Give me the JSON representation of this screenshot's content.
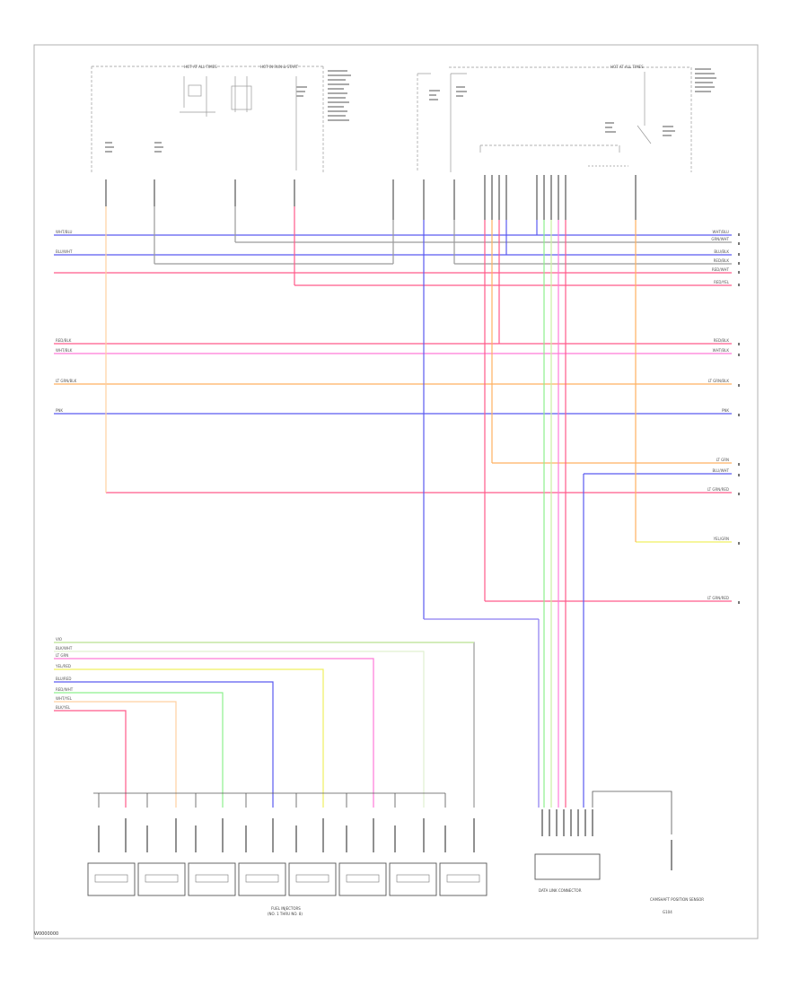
{
  "diagram": {
    "footer_code": "W0000000",
    "top_left_labels": [
      "HOT AT ALL TIMES",
      "HOT IN RUN & START"
    ],
    "top_right_label": "HOT AT ALL TIMES",
    "colors": {
      "violet": "#8a7cf0",
      "blue": "#5a5af0",
      "pink": "#ff5a8a",
      "magenta": "#ff7ad8",
      "orange": "#ffb060",
      "yellow": "#f0f060",
      "green": "#8ef08e",
      "light_green": "#c8f0a0",
      "gray": "#9a9a9a",
      "black": "#444444",
      "frame": "#b0b0b0"
    },
    "left_bus_labels": [
      "WHT/BLU",
      "BLU/WHT",
      "RED/BLK",
      "WHT/BLK",
      "LT GRN/BLK",
      "PNK",
      "VIO",
      "BLK/WHT",
      "LT GRN",
      "YEL/RED",
      "BLU/RED",
      "RED/WHT",
      "WHT/YEL",
      "BLK/YEL"
    ],
    "right_bus_labels": [
      "WHT/BLU",
      "GRN/WHT",
      "BLU/BLK",
      "RED/BLK",
      "RED/WHT",
      "RED/YEL",
      "RED/BLK",
      "WHT/BLK",
      "LT GRN/BLK",
      "PNK",
      "LT GRN",
      "BLU/WHT",
      "LT GRN/RED",
      "YEL/GRN",
      "LT GRN/RED"
    ],
    "injectors_label": "FUEL INJECTORS",
    "injectors_sub": "(NO. 1 THRU NO. 8)",
    "connector_label": "DATA LINK CONNECTOR",
    "sensor_label": "CAMSHAFT POSITION SENSOR",
    "ground_label": "G104"
  }
}
